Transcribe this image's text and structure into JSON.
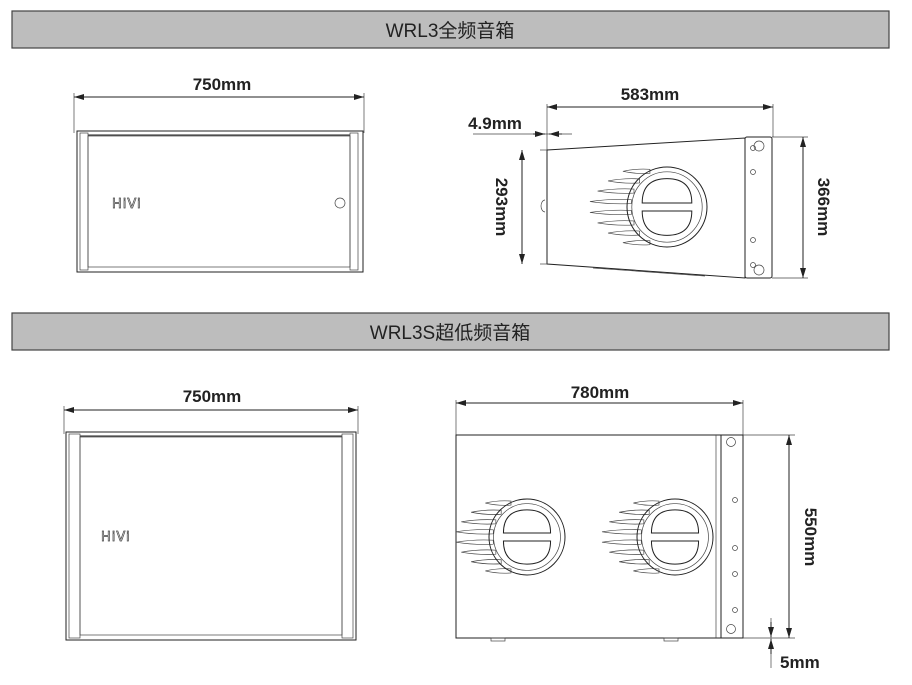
{
  "sections": [
    {
      "title": "WRL3全频音箱",
      "front": {
        "width_label": "750mm",
        "logo": "HiVi"
      },
      "side": {
        "depth_label": "583mm",
        "offset_label": "4.9mm",
        "front_height_label": "293mm",
        "rear_height_label": "366mm"
      }
    },
    {
      "title": "WRL3S超低频音箱",
      "front": {
        "width_label": "750mm",
        "logo": "HiVi"
      },
      "side": {
        "depth_label": "780mm",
        "height_label": "550mm",
        "foot_label": "5mm"
      }
    }
  ],
  "colors": {
    "header_fill": "#bdbdbd",
    "line": "#222222"
  }
}
